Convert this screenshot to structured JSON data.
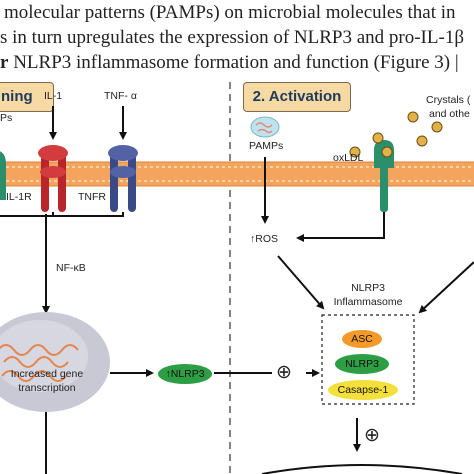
{
  "text": {
    "line1": "molecular patterns (PAMPs) on microbial molecules that in",
    "line2": "s in turn upregulates the expression of NLRP3 and pro-IL-1β",
    "line3_bold": "r",
    "line3": " NLRP3 inflammasome formation and function (Figure 3)",
    "line3_tail": " |"
  },
  "panels": {
    "priming": "ning",
    "activation": "2. Activation"
  },
  "labels": {
    "pamps_left": "Ps",
    "il1": "IL-1",
    "tnfa": "TNF- α",
    "il1r": "IL-1R",
    "tnfr": "TNFR",
    "nfkb": "NF-κB",
    "nucleus_line1": "Increased gene",
    "nucleus_line2": "transcription",
    "nlrp3_up": "↑NLRP3",
    "plus": "⊕",
    "pamps_right": "PAMPs",
    "oxldl": "oxLDL",
    "crystals_line1": "Crystals (",
    "crystals_line2": "and othe",
    "ros": "↑ROS",
    "inflammasome_line1": "NLRP3",
    "inflammasome_line2": "Inflammasome",
    "asc": "ASC",
    "nlrp3": "NLRP3",
    "casp1": "Casapse-1"
  },
  "colors": {
    "membrane": "#f4a45d",
    "panel_fill": "#f7d9a4",
    "il1r": "#b8262b",
    "tnfr": "#3a4a87",
    "receptor_green": "#2a8f6a",
    "asc": "#f39a2b",
    "nlrp3": "#2e9e44",
    "casp1": "#f4e03a",
    "nucleus": "#c9c9d6"
  }
}
